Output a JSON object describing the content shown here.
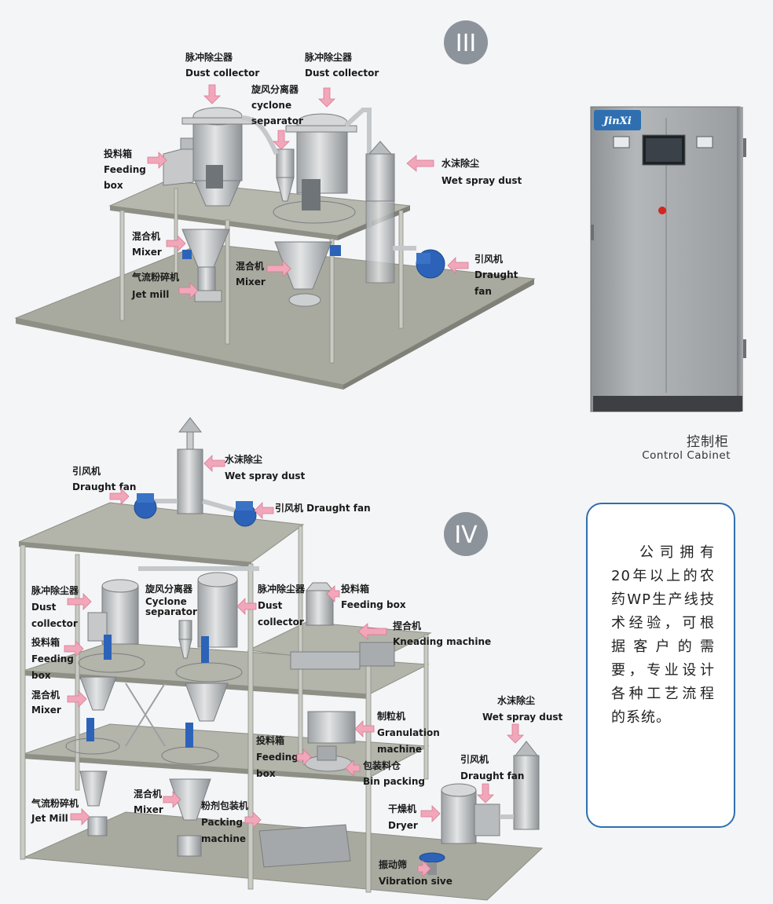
{
  "badges": {
    "section3": "III",
    "section4": "IV"
  },
  "cabinet": {
    "brand": "JinXi",
    "label_cn": "控制柜",
    "label_en": "Control Cabinet"
  },
  "section3": {
    "dust_collector_1_cn": "脉冲除尘器",
    "dust_collector_1_en": "Dust collector",
    "dust_collector_2_cn": "脉冲除尘器",
    "dust_collector_2_en": "Dust collector",
    "cyclone_cn": "旋风分离器",
    "cyclone_en_1": "cyclone",
    "cyclone_en_2": "separator",
    "feeding_cn": "投料箱",
    "feeding_en_1": "Feeding",
    "feeding_en_2": "box",
    "wet_spray_cn": "水沫除尘",
    "wet_spray_en": "Wet spray dust",
    "mixer_1_cn": "混合机",
    "mixer_1_en": "Mixer",
    "mixer_2_cn": "混合机",
    "mixer_2_en": "Mixer",
    "jet_mill_cn": "气流粉碎机",
    "jet_mill_en": "Jet mill",
    "draught_cn": "引风机",
    "draught_en_1": "Draught",
    "draught_en_2": "fan"
  },
  "section4": {
    "draught_left_cn": "引风机",
    "draught_left_en": "Draught fan",
    "wet_spray_top_cn": "水沫除尘",
    "wet_spray_top_en": "Wet spray dust",
    "draught_mid": "引风机 Draught fan",
    "dust_collector_1_cn": "脉冲除尘器",
    "dust_collector_1_en_1": "Dust",
    "dust_collector_1_en_2": "collector",
    "cyclone_cn": "旋风分离器",
    "cyclone_en_1": "Cyclone",
    "cyclone_en_2": "separator",
    "dust_collector_2_cn": "脉冲除尘器",
    "dust_collector_2_en_1": "Dust",
    "dust_collector_2_en_2": "collector",
    "feeding_top_cn": "投料箱",
    "feeding_top_en": "Feeding box",
    "kneading_cn": "捏合机",
    "kneading_en": "Kneading machine",
    "feeding_left_cn": "投料箱",
    "feeding_left_en_1": "Feeding",
    "feeding_left_en_2": "box",
    "mixer_1_cn": "混合机",
    "mixer_1_en": "Mixer",
    "granulation_cn": "制粒机",
    "granulation_en_1": "Granulation",
    "granulation_en_2": "machine",
    "feeding_mid_cn": "投料箱",
    "feeding_mid_en_1": "Feeding",
    "feeding_mid_en_2": "box",
    "bin_packing_cn": "包装料仓",
    "bin_packing_en": "Bin packing",
    "wet_spray_right_cn": "水沫除尘",
    "wet_spray_right_en": "Wet spray dust",
    "draught_right_cn": "引风机",
    "draught_right_en": "Draught fan",
    "jet_mill_cn": "气流粉碎机",
    "jet_mill_en": "Jet Mill",
    "mixer_2_cn": "混合机",
    "mixer_2_en": "Mixer",
    "packing_cn": "粉剂包装机",
    "packing_en_1": "Packing",
    "packing_en_2": "machine",
    "dryer_cn": "干燥机",
    "dryer_en": "Dryer",
    "vibration_cn": "振动筛",
    "vibration_en": "Vibration sive"
  },
  "info": {
    "text": "公司拥有20年以上的农药WP生产线技术经验，可根据客户的需要，专业设计各种工艺流程的系统。"
  },
  "colors": {
    "platform": "#a9aa9f",
    "platform_edge": "#8e8f85",
    "equipment": "#bfc2c4",
    "motor": "#2c63b8",
    "arrow": "#f2a6b9",
    "badge": "#8d939b",
    "cabinet": "#a5a8ab",
    "info_border": "#2f6fb0"
  }
}
